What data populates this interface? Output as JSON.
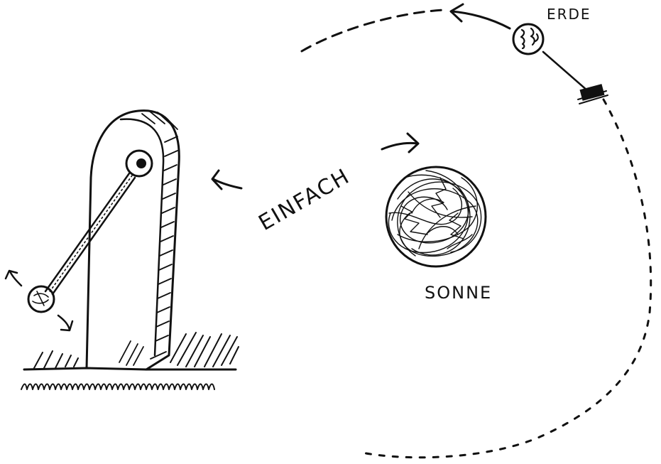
{
  "labels": {
    "earth": "ERDE",
    "sun": "SONNE",
    "center": "EINFACH"
  },
  "icons": {
    "earth": "earth-globe-icon",
    "sun": "scribbled-sun-icon",
    "satellite": "satellite-icon",
    "pendulum": "pendulum-on-stand-icon"
  },
  "colors": {
    "ink": "#111111",
    "paper": "#ffffff"
  }
}
